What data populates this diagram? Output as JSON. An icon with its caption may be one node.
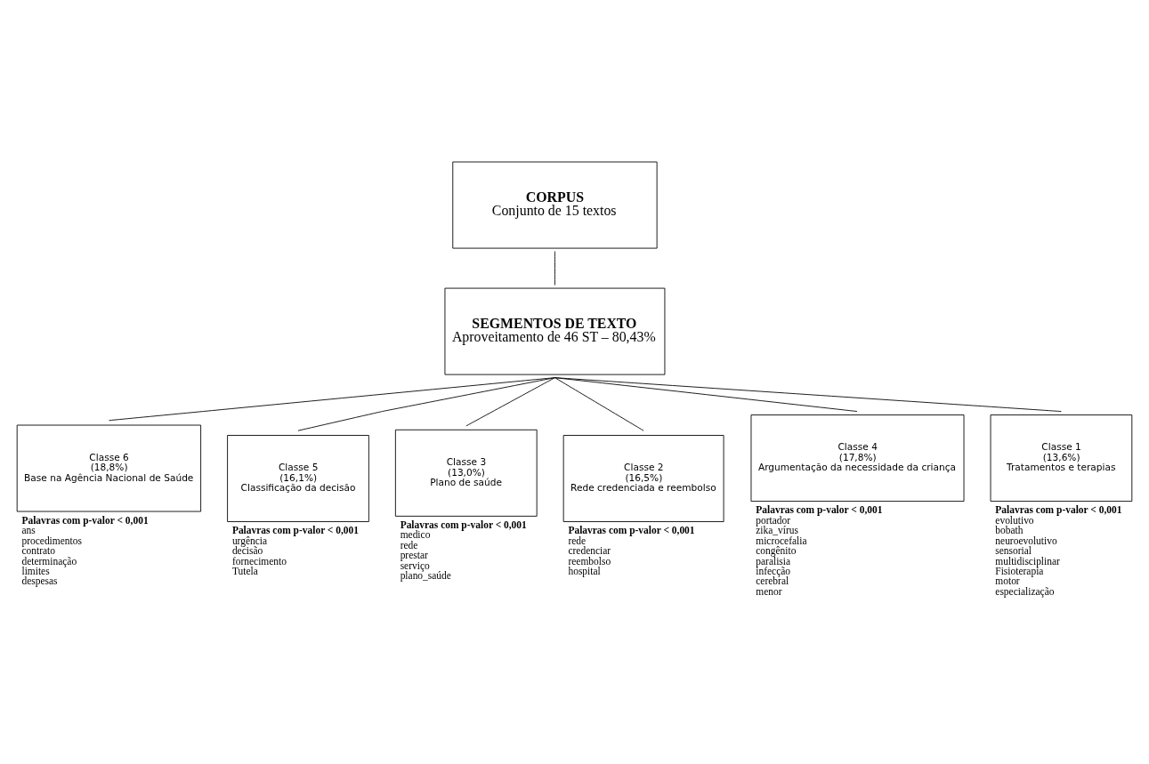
{
  "diagram": {
    "nodes": [
      {
        "text": [
          "CORPUS",
          "Conjunto de 15 textos"
        ]
      },
      {
        "text": [
          "SEGMENTOS DE TEXTO",
          "Aproveitamento de 46 ST – 80,43%"
        ]
      },
      {
        "text": [
          "Classe 6",
          "(18,8%)",
          "Base na Agência Nacional de Saúde"
        ],
        "beside": [
          "Palavras com p-valor < 0,001",
          "ans",
          "procedimentos",
          "contrato",
          "determinação",
          "limites",
          "despesas"
        ]
      },
      {
        "text": [
          "Classe 5",
          "(16,1%)",
          "Classificação da decisão"
        ],
        "beside": [
          "Palavras com p-valor < 0,001",
          "urgência",
          "decisão",
          "fornecimento",
          "Tutela"
        ]
      },
      {
        "text": [
          "Classe 3",
          "(13,0%)",
          "Plano de saúde"
        ],
        "beside": [
          "Palavras com p-valor < 0,001",
          "medico",
          "rede",
          "prestar",
          "serviço",
          "plano_saúde"
        ]
      },
      {
        "text": [
          "Classe 2",
          "(16,5%)",
          "Rede credenciada e reembolso"
        ],
        "beside": [
          "Palavras com p-valor < 0,001",
          "rede",
          "credenciar",
          "reembolso",
          "hospital"
        ]
      },
      {
        "text": [
          "Classe 4",
          "(17,8%)",
          "Argumentação da necessidade da criança"
        ],
        "beside": [
          "Palavras com p-valor < 0,001",
          "portador",
          "zika_vírus",
          "microcefalia",
          "congênito",
          "paralisia",
          "infecção",
          "cerebral",
          "menor"
        ]
      },
      {
        "text": [
          "Classe 1",
          "(13,6%)",
          "Tratamentos e terapias"
        ],
        "beside": [
          "Palavras com p-valor < 0,001",
          "evolutivo",
          "bobath",
          "neuroevolutivo",
          "sensorial",
          "multidisciplinar",
          "Fisioterapia",
          "motor",
          "especialização"
        ]
      }
    ],
    "edges": [
      {
        "from": 0,
        "to": 1,
        "arrow": "none"
      },
      {
        "from": 1,
        "to": 2,
        "arrow": "none"
      },
      {
        "from": 1,
        "to": 3,
        "arrow": "none"
      },
      {
        "from": 1,
        "to": 4,
        "arrow": "none"
      },
      {
        "from": 1,
        "to": 5,
        "arrow": "none"
      },
      {
        "from": 1,
        "to": 6,
        "arrow": "none"
      },
      {
        "from": 1,
        "to": 7,
        "arrow": "none"
      }
    ]
  }
}
